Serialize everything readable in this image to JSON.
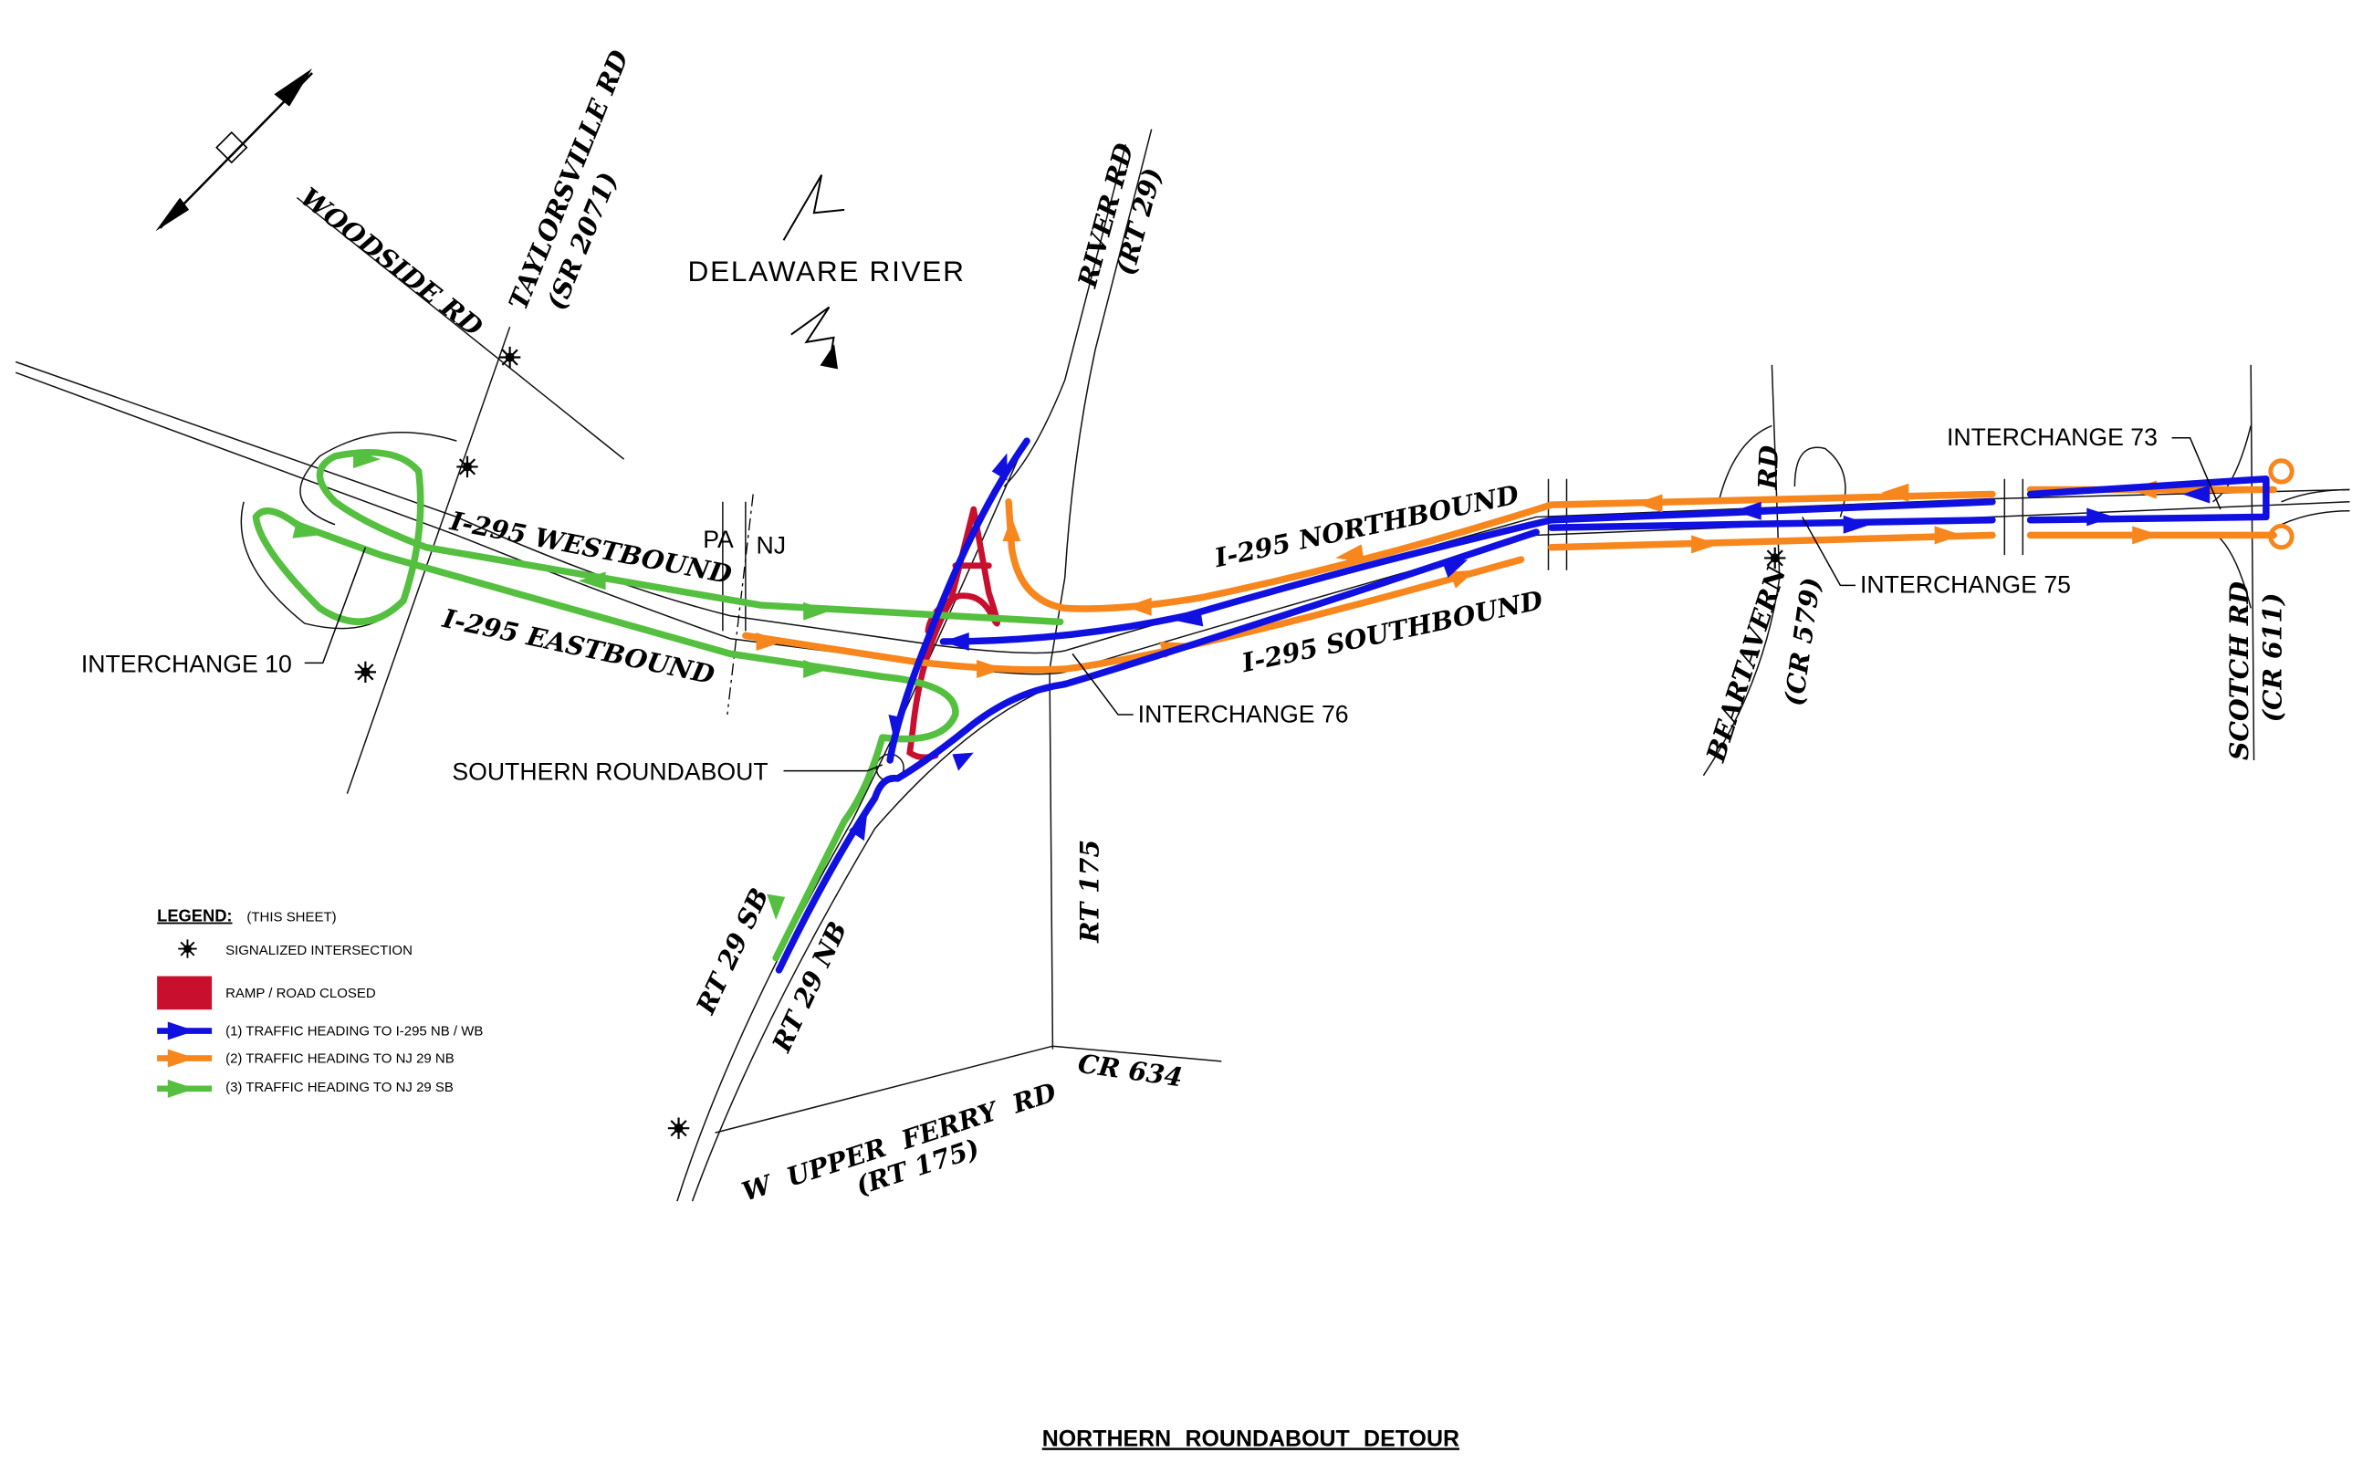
{
  "title": "NORTHERN ROUNDABOUT DETOUR",
  "colors": {
    "blue": "#1010e0",
    "orange": "#f7861c",
    "green": "#55c040",
    "red": "#c8102e"
  },
  "labels": {
    "woodside": "WOODSIDE RD",
    "taylorsville": "TAYLORSVILLE RD",
    "taylorsville_sr": "(SR 2071)",
    "river": "DELAWARE RIVER",
    "river_rd": "RIVER RD",
    "river_rd_rt": "(RT 29)",
    "westbound": "I-295 WESTBOUND",
    "eastbound": "I-295 EASTBOUND",
    "pa": "PA",
    "nj": "NJ",
    "int10": "INTERCHANGE 10",
    "roundabout": "SOUTHERN ROUNDABOUT",
    "int76": "INTERCHANGE 76",
    "northbound": "I-295 NORTHBOUND",
    "southbound": "I-295 SOUTHBOUND",
    "beartavern_rd": "RD",
    "beartavern": "BEARTAVERN",
    "beartavern_cr": "(CR 579)",
    "int75": "INTERCHANGE 75",
    "int73": "INTERCHANGE 73",
    "scotch": "SCOTCH RD",
    "scotch_cr": "(CR 611)",
    "rt175": "RT 175",
    "rt29sb": "RT 29 SB",
    "rt29nb": "RT 29 NB",
    "upper_ferry": "W UPPER FERRY RD",
    "upper_ferry_rt": "(RT 175)",
    "cr634": "CR 634"
  },
  "legend": {
    "heading": "LEGEND:",
    "sub": "(THIS SHEET)",
    "items": [
      {
        "icon": "signal-icon",
        "label": "SIGNALIZED INTERSECTION"
      },
      {
        "icon": "closed-swatch",
        "label": "RAMP / ROAD CLOSED"
      },
      {
        "icon": "blue-arrow",
        "label": "(1) TRAFFIC HEADING TO I-295 NB / WB"
      },
      {
        "icon": "orange-arrow",
        "label": "(2) TRAFFIC HEADING TO NJ 29 NB"
      },
      {
        "icon": "green-arrow",
        "label": "(3) TRAFFIC HEADING TO NJ 29 SB"
      }
    ]
  }
}
